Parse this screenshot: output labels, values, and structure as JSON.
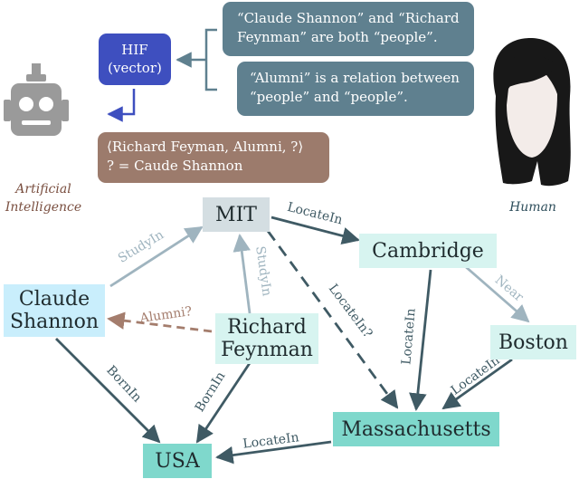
{
  "hif": {
    "line1": "HIF",
    "line2": "(vector)"
  },
  "bubbles": {
    "people": {
      "line1": "“Claude Shannon” and “Richard",
      "line2": "Feynman” are both “people”."
    },
    "alumni": {
      "line1": "“Alumni” is a relation between",
      "line2": "“people” and “people”."
    },
    "query": {
      "line1": "⟨Richard Feyman, Alumni, ?⟩",
      "line2": "? = Caude Shannon"
    }
  },
  "captions": {
    "ai_line1": "Artificial",
    "ai_line2": "Intelligence",
    "human": "Human"
  },
  "nodes": {
    "mit": "MIT",
    "cambridge": "Cambridge",
    "claude": "Claude\nShannon",
    "richard": "Richard\nFeynman",
    "boston": "Boston",
    "massachusetts": "Massachusetts",
    "usa": "USA"
  },
  "edges": {
    "claude_mit": "StudyIn",
    "richard_mit": "StudyIn",
    "mit_cambridge": "LocateIn",
    "mit_massachusetts": "LocateIn?",
    "richard_claude": "Alumni?",
    "cambridge_boston": "Near",
    "cambridge_massachusetts": "LocateIn",
    "boston_massachusetts": "LocateIn",
    "claude_usa": "BornIn",
    "richard_usa": "BornIn",
    "massachusetts_usa": "LocateIn"
  },
  "colors": {
    "bubble": "#5f808f",
    "query_bubble": "#9c7b6c",
    "hif": "#3e4fbf",
    "edge_dark": "#3f5a64",
    "edge_light": "#9fb4bf",
    "alumni_edge": "#a47d6d",
    "node_light_blue": "#c9eefc",
    "node_mint": "#d7f4f0",
    "node_teal": "#7fd8cc",
    "node_gray": "#d4dee2"
  }
}
